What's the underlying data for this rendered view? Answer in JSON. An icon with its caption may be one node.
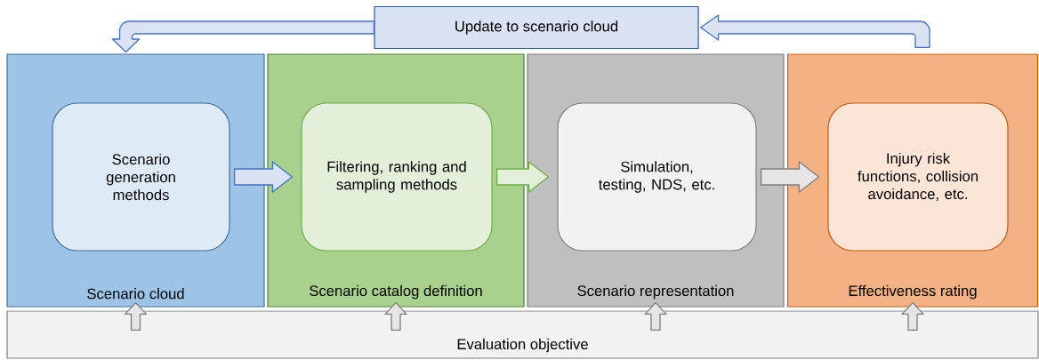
{
  "diagram": {
    "nodes": [
      {
        "text": [
          "Update to scenario cloud"
        ]
      },
      {
        "text": [
          "Scenario cloud"
        ]
      },
      {
        "text": [
          "Scenario generation methods"
        ],
        "in": 1
      },
      {
        "text": [
          "Scenario catalog definition"
        ]
      },
      {
        "text": [
          "Filtering, ranking and sampling methods"
        ],
        "in": 3
      },
      {
        "text": [
          "Scenario representation"
        ]
      },
      {
        "text": [
          "Simulation, testing, NDS, etc."
        ],
        "in": 5
      },
      {
        "text": [
          "Effectiveness rating"
        ]
      },
      {
        "text": [
          "Injury risk functions, collision avoidance, etc."
        ],
        "in": 7
      },
      {
        "text": [
          "Evaluation objective"
        ]
      }
    ],
    "edges": [
      {
        "from": 0,
        "to": 1,
        "arrow": "to",
        "color": "#4472c4"
      },
      {
        "from": 7,
        "to": 0,
        "arrow": "to",
        "color": "#4472c4"
      },
      {
        "from": 2,
        "to": 4,
        "arrow": "to",
        "color": "#4472c4"
      },
      {
        "from": 4,
        "to": 6,
        "arrow": "to",
        "color": "#70ad47"
      },
      {
        "from": 6,
        "to": 8,
        "arrow": "to"
      },
      {
        "from": 9,
        "to": 1,
        "arrow": "to"
      },
      {
        "from": 9,
        "to": 3,
        "arrow": "to"
      },
      {
        "from": 9,
        "to": 5,
        "arrow": "to"
      },
      {
        "from": 9,
        "to": 7,
        "arrow": "to"
      }
    ]
  }
}
